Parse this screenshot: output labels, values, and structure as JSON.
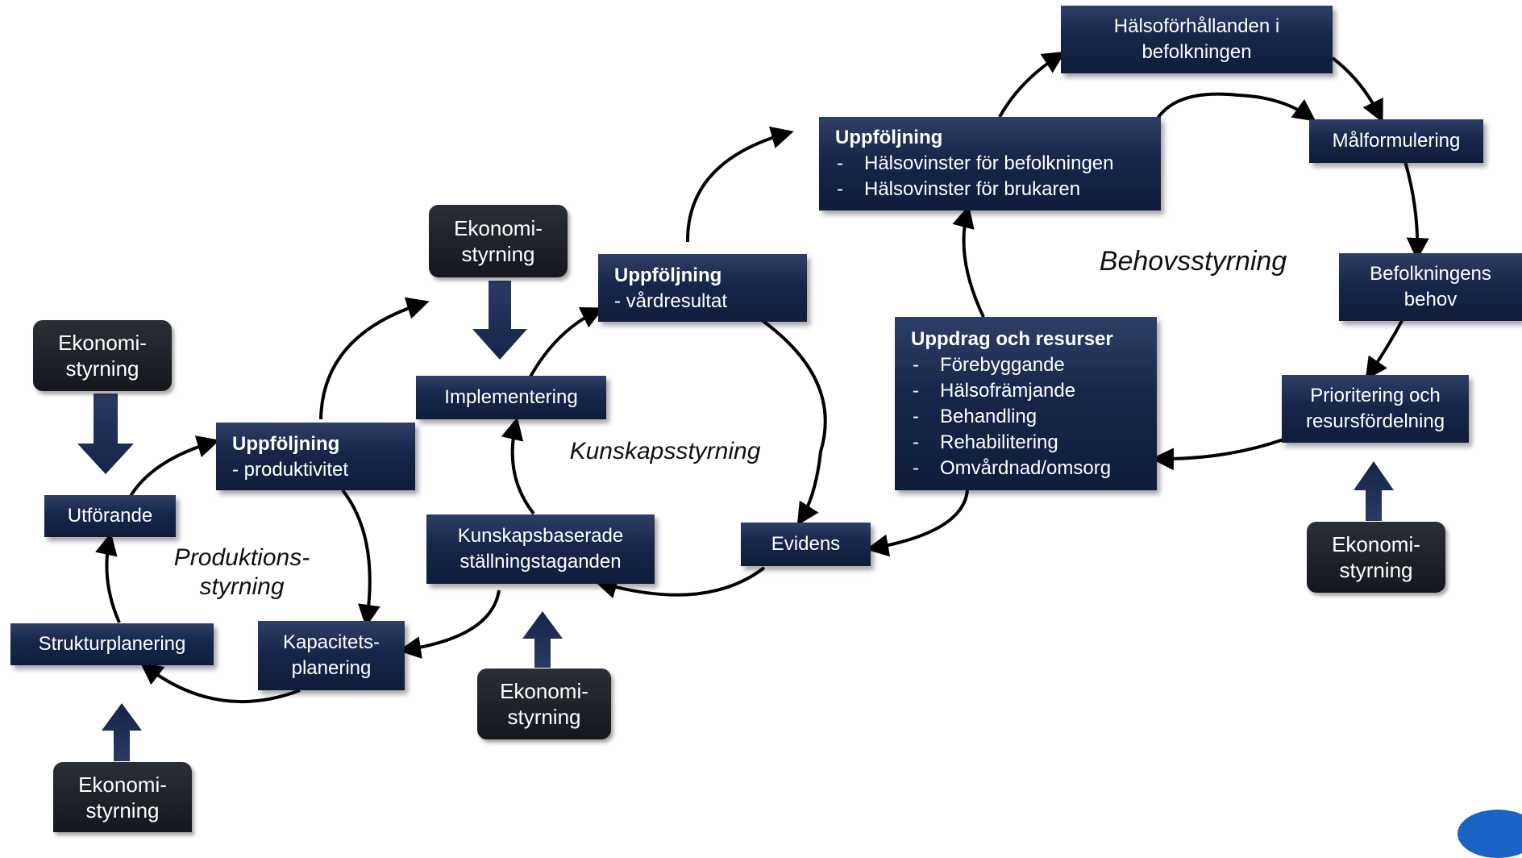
{
  "boxes": {
    "halsoforhallanden": [
      "Hälsoförhållanden i",
      "befolkningen"
    ],
    "malformulering": "Målformulering",
    "befolkningens_behov": [
      "Befolkningens",
      "behov"
    ],
    "prioritering": [
      "Prioritering och",
      "resursfördelning"
    ],
    "uppfoljning_halsovinster": {
      "title": "Uppföljning",
      "items": [
        "Hälsovinster för befolkningen",
        "Hälsovinster för brukaren"
      ]
    },
    "uppdrag": {
      "title": "Uppdrag och resurser",
      "items": [
        "Förebyggande",
        "Hälsofrämjande",
        "Behandling",
        "Rehabilitering",
        "Omvårdnad/omsorg"
      ]
    },
    "uppfoljning_vardresultat": {
      "title": "Uppföljning",
      "sub": "- vårdresultat"
    },
    "implementering": "Implementering",
    "evidens": "Evidens",
    "kunskapsbaserade": [
      "Kunskapsbaserade",
      "ställningstaganden"
    ],
    "uppfoljning_produktivitet": {
      "title": "Uppföljning",
      "sub": "- produktivitet"
    },
    "utforande": "Utförande",
    "strukturplanering": "Strukturplanering",
    "kapacitetsplanering": [
      "Kapacitets-",
      "planering"
    ]
  },
  "ekonomistyrning": [
    "Ekonomi-",
    "styrning"
  ],
  "labels": {
    "behovsstyrning": "Behovsstyrning",
    "kunskapsstyrning": "Kunskapsstyrning",
    "produktionsstyrning": [
      "Produktions-",
      "styrning"
    ]
  },
  "colors": {
    "box_top": "#2e3f67",
    "box_bottom": "#0f1c3a",
    "eko_bg": "#14171d",
    "arrow": "#000000",
    "block_arrow": "#1f2d50"
  }
}
